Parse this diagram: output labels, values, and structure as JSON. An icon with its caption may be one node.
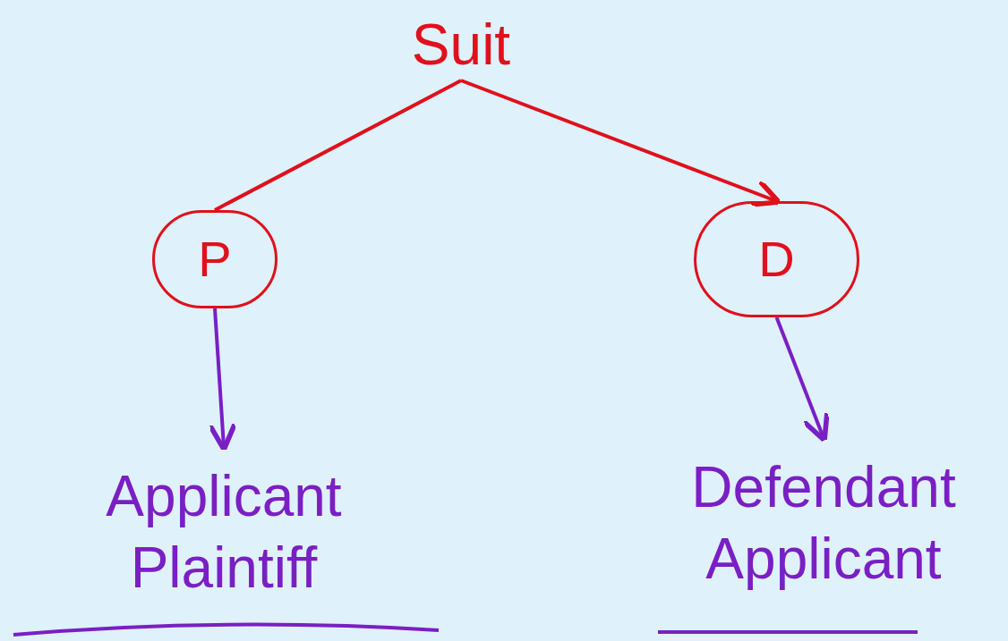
{
  "diagram": {
    "nodes": [
      {
        "text": [
          "Suit"
        ]
      },
      {
        "text": [
          "P"
        ]
      },
      {
        "text": [
          "D"
        ]
      },
      {
        "text": [
          "Applicant Plaintiff"
        ]
      },
      {
        "text": [
          "Defendant Applicant"
        ]
      }
    ],
    "edges": [
      {
        "from": 0,
        "to": 1,
        "arrow": "none",
        "color": "#e0101c"
      },
      {
        "from": 0,
        "to": 2,
        "arrow": "to",
        "color": "#e0101c"
      },
      {
        "from": 1,
        "to": 3,
        "arrow": "to",
        "color": "#7a1fc4"
      },
      {
        "from": 2,
        "to": 4,
        "arrow": "to",
        "color": "#7a1fc4"
      }
    ]
  }
}
